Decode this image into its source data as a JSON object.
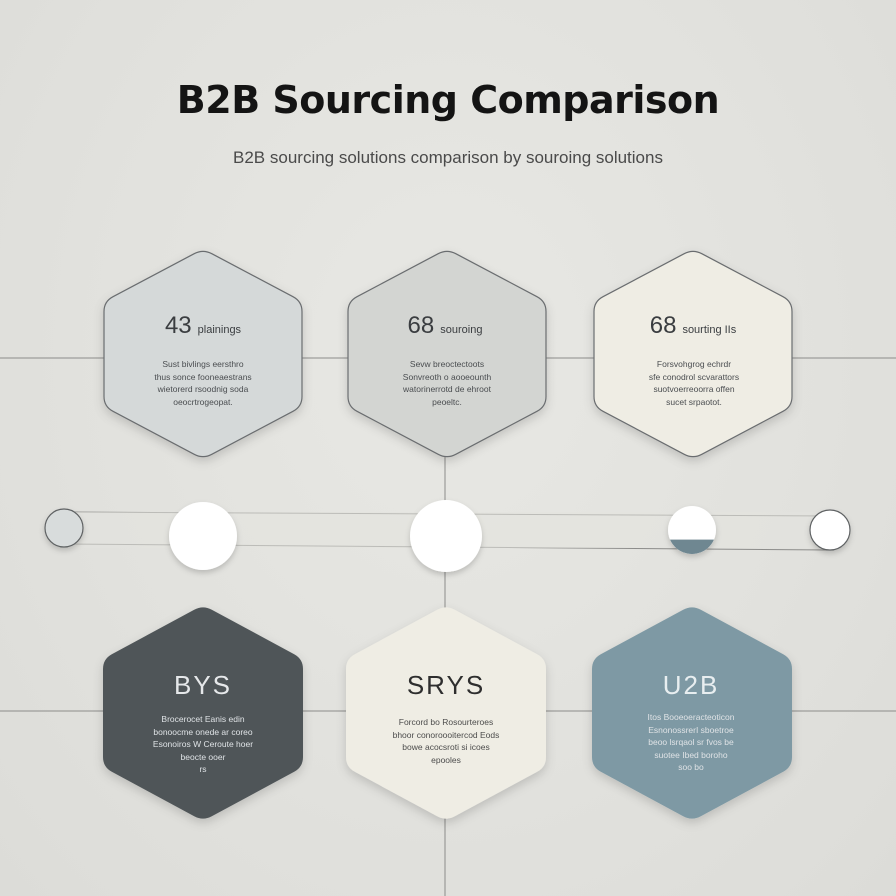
{
  "header": {
    "title": "B2B Sourcing Comparison",
    "subtitle": "B2B sourcing solutions comparison by souroing solutions"
  },
  "top_hexes": [
    {
      "value": "43",
      "unit": "plainings",
      "description": "Sust bivlings eersthro\nthus sonce fooneaestrans\nwietorerd rsoodnig soda\noeocrtrogeopat.",
      "fill": "#d5d9d9"
    },
    {
      "value": "68",
      "unit": "souroing",
      "description": "Sevw breoctectoots\nSonvreoth o aooeounth\nwatorinerrotd de ehroot\npeoeltc.",
      "fill": "#d3d5d2"
    },
    {
      "value": "68",
      "unit": "sourting IIs",
      "description": "Forsvohgrog echrdr\nsfe conodrol scvarattors\nsuotvoerreoorra offen\nsucet srpaotot.",
      "fill": "#efede4"
    }
  ],
  "bottom_hexes": [
    {
      "name": "BYS",
      "description": "Brocerocet Eanis edin\nbonoocme onede ar coreo\nEsonoiros W Ceroute hoer\nbeocte ooer\nrs",
      "fill": "#4f5558",
      "text_color": "#e6e8ea",
      "desc_style": "light"
    },
    {
      "name": "SRYS",
      "description": "Forcord bo Rosourteroes\nbhoor conoroooitercod Eods\nbowe acocsroti si icoes\nepooles",
      "fill": "#efede4",
      "text_color": "#2e2e2e",
      "desc_style": "dark"
    },
    {
      "name": "U2B",
      "description": "Itos Booeoeracteoticon\nEsnonossrerI sboetroe\nbeoo lsrqaol sr fvos be\nsuotee Ibed boroho\nsoo bo",
      "fill": "#7e99a4",
      "text_color": "#e8eef0",
      "desc_style": "light"
    }
  ],
  "timeline": {
    "markers": [
      {
        "fill": "#d8dcdc",
        "level": 0
      },
      {
        "fill": "#ffffff",
        "level": 0
      },
      {
        "fill": "#ffffff",
        "level": 0
      },
      {
        "fill": "#ffffff",
        "level": 0.3
      },
      {
        "fill": "#ffffff",
        "level": 0
      }
    ],
    "accent_color": "#6f8791"
  },
  "colors": {
    "background": "#e1e1dd",
    "line": "#8c8c8a",
    "hex_stroke": "#6a6d6f"
  }
}
